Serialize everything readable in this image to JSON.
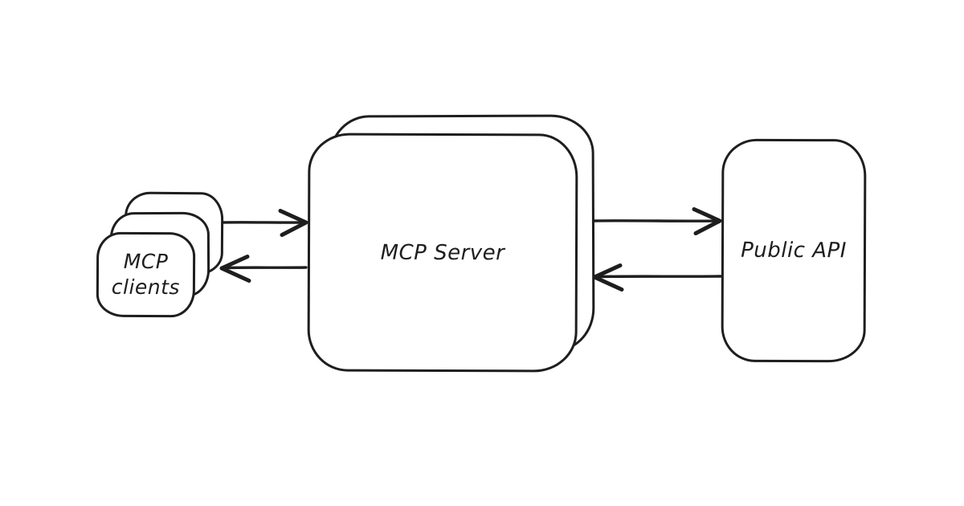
{
  "diagram": {
    "background_color": "#ffffff",
    "stroke_color": "#1e1e1e",
    "style": "hand-drawn",
    "nodes": {
      "mcp_clients": {
        "label": "MCP\nclients",
        "stack_count": 3
      },
      "mcp_server": {
        "label": "MCP Server",
        "stack_count": 2
      },
      "public_api": {
        "label": "Public API",
        "stack_count": 1
      }
    },
    "edges": [
      {
        "from": "mcp_clients",
        "to": "mcp_server",
        "direction": "right"
      },
      {
        "from": "mcp_server",
        "to": "mcp_clients",
        "direction": "left"
      },
      {
        "from": "mcp_server",
        "to": "public_api",
        "direction": "right"
      },
      {
        "from": "public_api",
        "to": "mcp_server",
        "direction": "left"
      }
    ]
  }
}
